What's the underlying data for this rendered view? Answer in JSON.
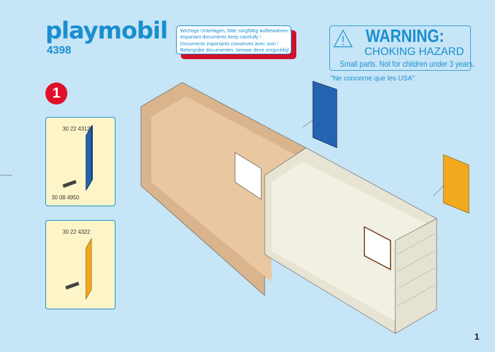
{
  "brand": {
    "logo": "playmobil",
    "model_number": "4398"
  },
  "notice": {
    "lines": [
      "Wichtige Unterlagen, bitte sorgfältig aufbewahren !",
      "Important documents keep carefully !",
      "Documents importants conservez avec soin !",
      "Belangrijke documenten, bewaar deze zorgvuldig!"
    ]
  },
  "warning": {
    "title": "WARNING:",
    "subtitle": "CHOKING HAZARD",
    "text": "Small parts. Not for children under 3 years.",
    "note": "\"Ne concerne que les USA\""
  },
  "step": {
    "number": "1"
  },
  "parts": [
    {
      "code_top": "30 22 4312",
      "code_bottom": "30 08 4950",
      "door_color": "#1f5fa8"
    },
    {
      "code_top": "30 22 4322",
      "door_color": "#f3a91f"
    }
  ],
  "page_number": "1"
}
